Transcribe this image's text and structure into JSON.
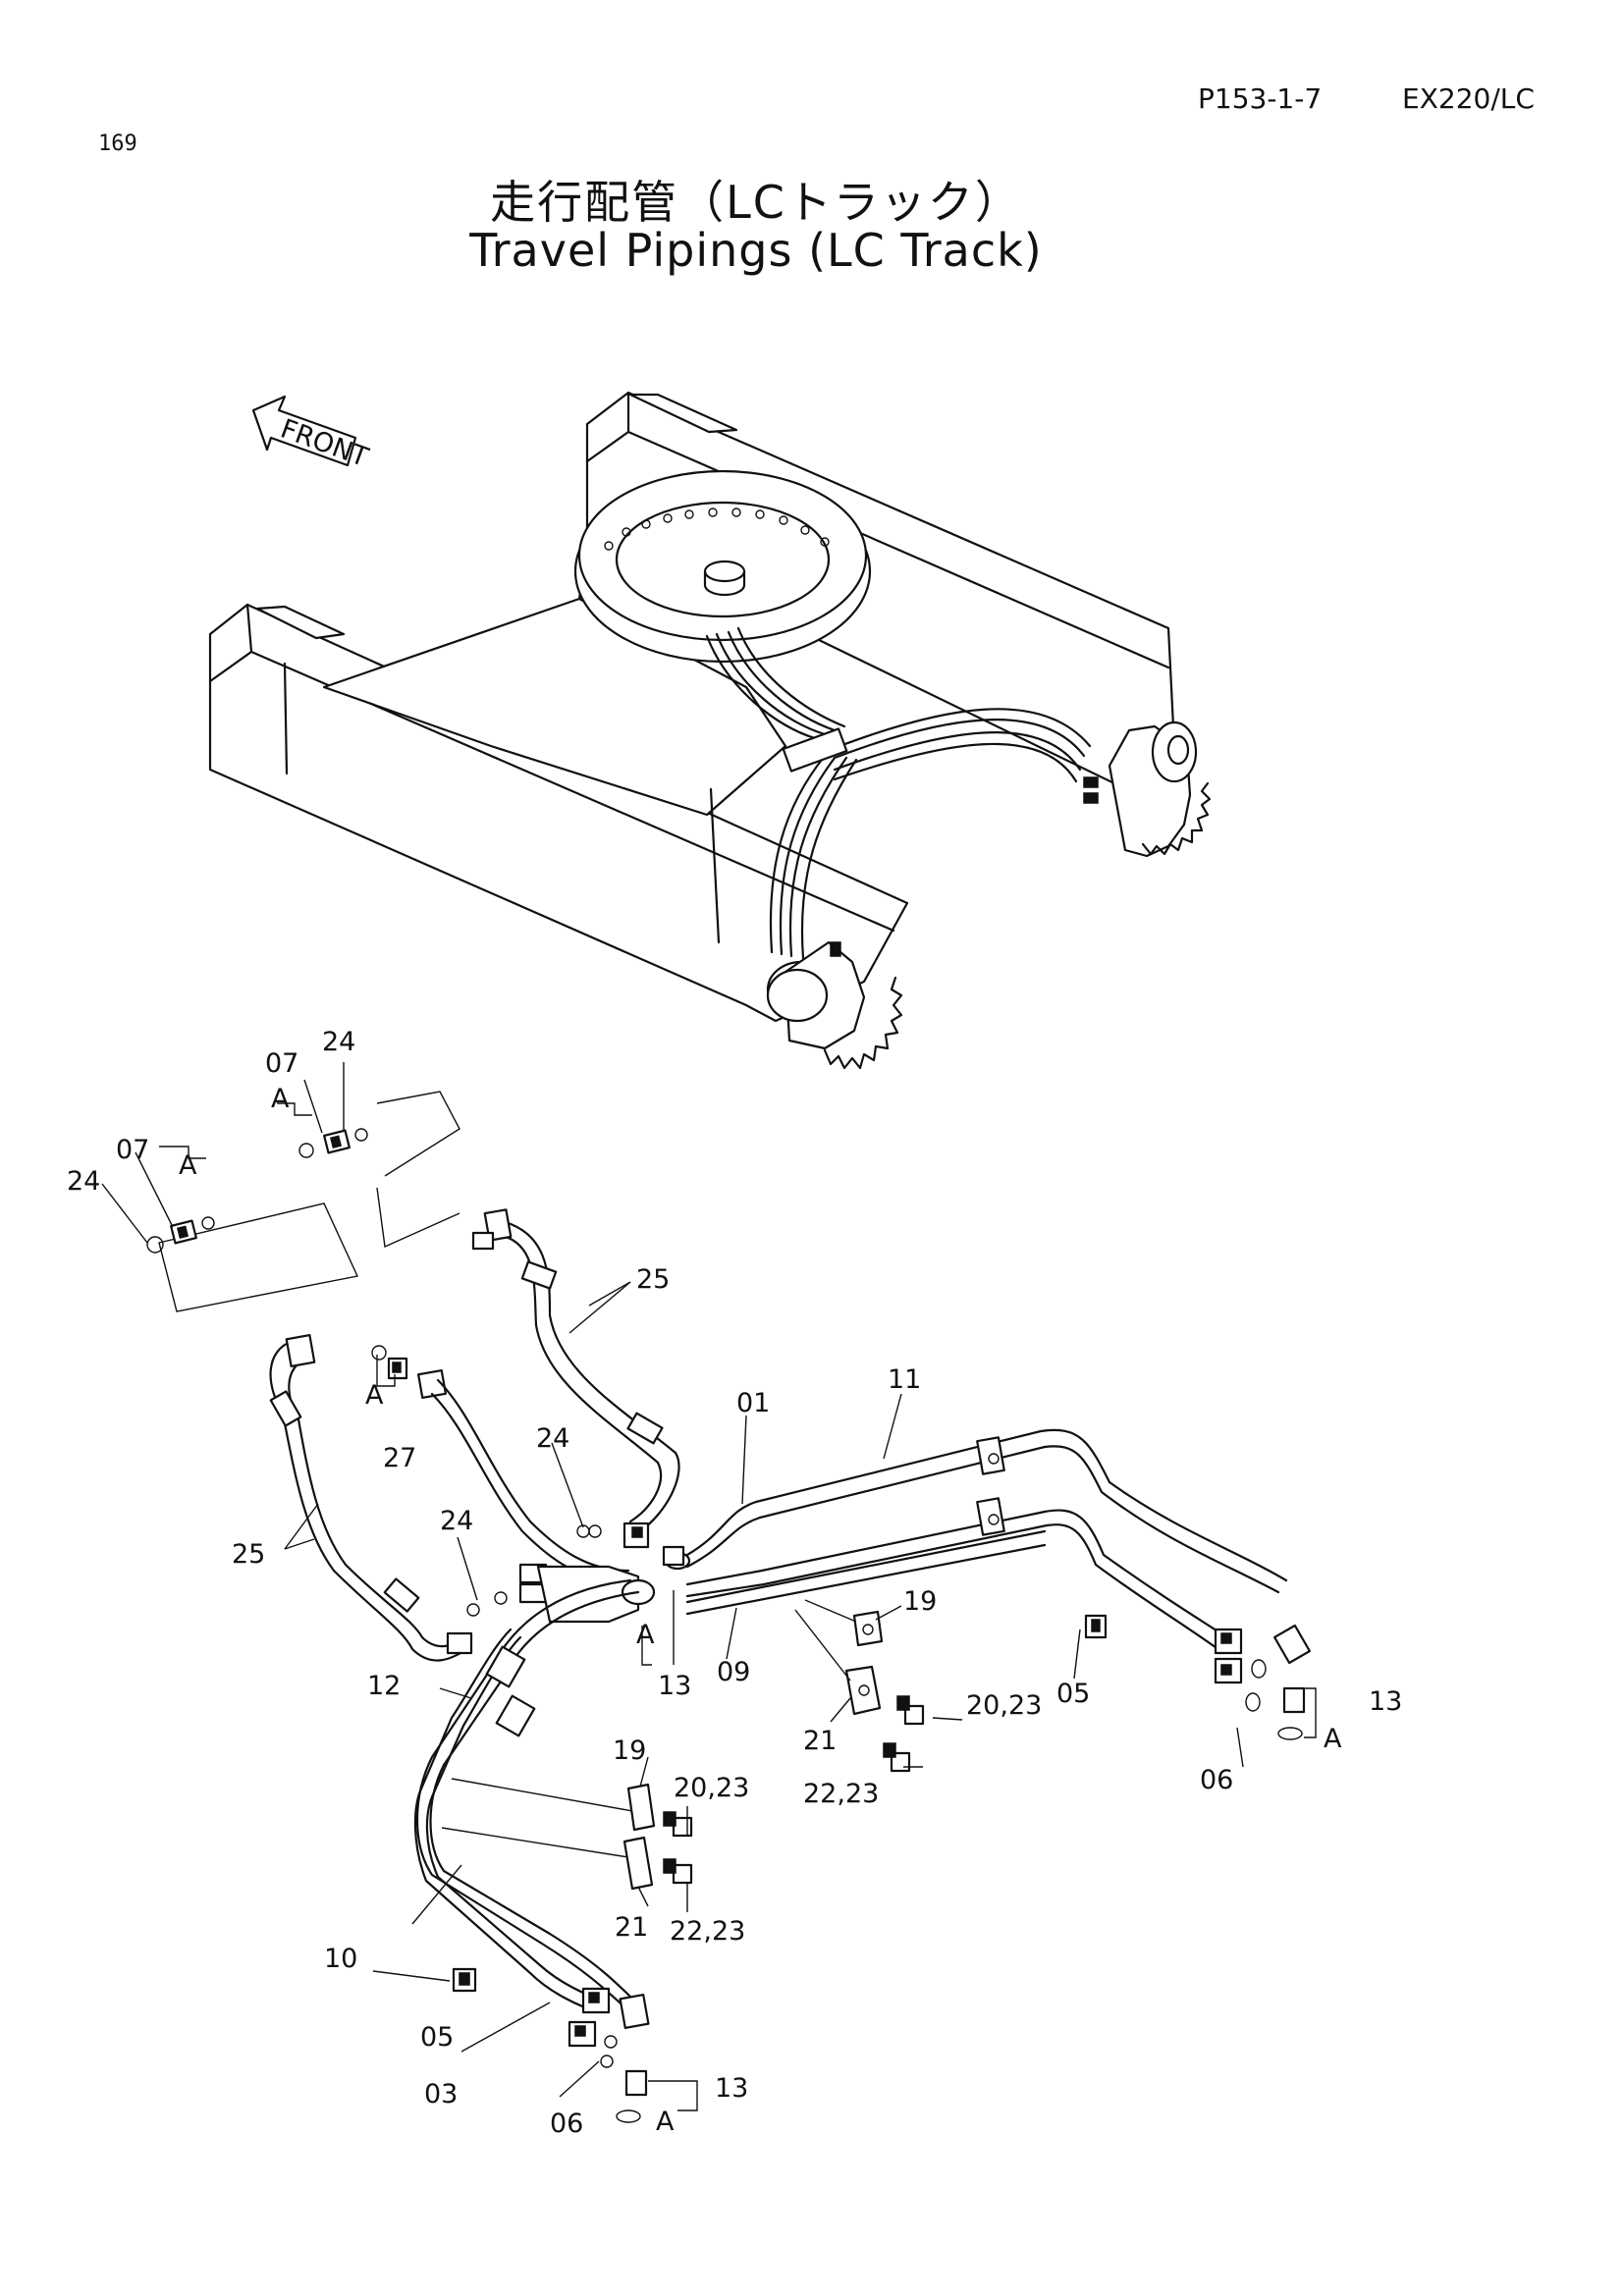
{
  "header": {
    "page_code": "P153-1-7",
    "model": "EX220/LC",
    "page_number": "169"
  },
  "title": {
    "japanese": "走行配管（LCトラック）",
    "english": "Travel Pipings (LC Track)"
  },
  "front_marker": "FRONT",
  "callouts": {
    "c07a": "07",
    "c24a": "24",
    "cAa": "A",
    "c07b": "07",
    "c24b": "24",
    "cAb": "A",
    "c25a": "25",
    "c25b": "25",
    "cAc": "A",
    "c27": "27",
    "c24c": "24",
    "c24d": "24",
    "c01": "01",
    "c11": "11",
    "c12": "12",
    "cAd": "A",
    "c13a": "13",
    "c09": "09",
    "c19a": "19",
    "c21a": "21",
    "c2023a": "20,23",
    "c2223a": "22,23",
    "c05a": "05",
    "c06a": "06",
    "c13b": "13",
    "cAe": "A",
    "c19b": "19",
    "c2023b": "20,23",
    "c21b": "21",
    "c2223b": "22,23",
    "c10": "10",
    "c05b": "05",
    "c03": "03",
    "c06b": "06",
    "c13c": "13",
    "cAf": "A"
  }
}
